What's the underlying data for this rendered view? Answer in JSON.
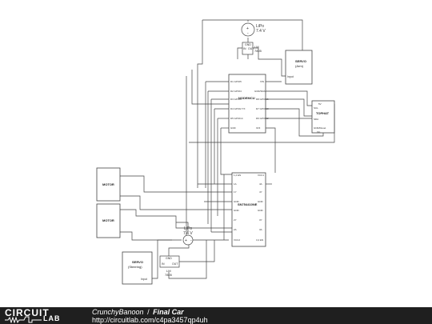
{
  "schematic": {
    "battery_top": {
      "label": "LiPo",
      "voltage": "7.4 V",
      "plus": "+",
      "minus": "-"
    },
    "regulator_top": {
      "label": "LM\n7805",
      "in": "IN",
      "gnd": "GND",
      "out": "OUT"
    },
    "servo_arm": {
      "title": "SERVO",
      "subtitle": "(Arm)",
      "pin": "Input"
    },
    "nodemcu": {
      "title": "NODEMCU",
      "left_pins": [
        "D1 GPIO5",
        "D2 GPIO4",
        "D3 GPIO0",
        "D4 GPIO2 TX",
        "D5 GPIO14",
        "GND"
      ],
      "right_pins": [
        "VIN",
        "GND/SDA",
        "D8 GPIO15",
        "D7 GPIO13",
        "D6 GPIO12",
        "3V3"
      ]
    },
    "tophat": {
      "title": "TOPHAT",
      "pins": [
        "5V",
        "SCL",
        "SDA",
        "GND/Reset"
      ],
      "right_pin": "Vin"
    },
    "driver": {
      "title": "SN754410NE",
      "left_pins": [
        "1,2 EN",
        "1A",
        "1Y",
        "GND",
        "GND",
        "2Y",
        "2A",
        "VCC2"
      ],
      "right_pins": [
        "VCC1",
        "4A",
        "4Y",
        "GND",
        "GND",
        "3Y",
        "3A",
        "3,4 EN"
      ]
    },
    "motor1": {
      "label": "MOTOR"
    },
    "motor2": {
      "label": "MOTOR"
    },
    "battery_bottom": {
      "label": "LiPo",
      "voltage": "7.4 V",
      "plus": "+",
      "minus": "-"
    },
    "regulator_bottom": {
      "label": "LM\n7805",
      "in": "IN",
      "gnd": "GND",
      "out": "OUT"
    },
    "servo_steer": {
      "title": "SERVO",
      "subtitle": "(Steering)",
      "pin": "Input"
    }
  },
  "footer": {
    "brand_top": "CIRCUIT",
    "brand_bottom": "LAB",
    "author": "CrunchyBanoon",
    "separator": "/",
    "title": "Final Car",
    "url": "http://circuitlab.com/c4pa3457qp4uh"
  },
  "colors": {
    "wire": "#444444",
    "footer_bg": "#1f1f1f"
  }
}
